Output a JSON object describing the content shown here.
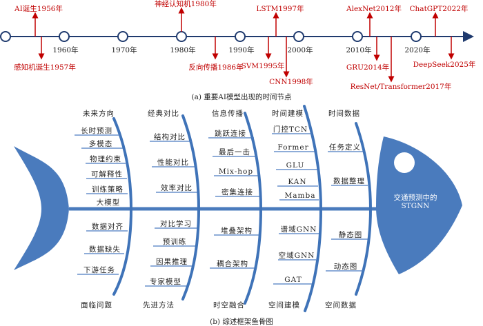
{
  "timeline": {
    "years": [
      "1960年",
      "1970年",
      "1980年",
      "1990年",
      "2000年",
      "2010年",
      "2020年"
    ],
    "events": [
      "AI诞生1956年",
      "感知机诞生1957年",
      "神经认知机1980年",
      "反向传播1986年",
      "SVM1995年",
      "LSTM1997年",
      "CNN1998年",
      "AlexNet2012年",
      "GRU2014年",
      "ResNet/Transformer2017年",
      "ChatGPT2022年",
      "DeepSeek2025年"
    ],
    "caption": "(a)  重要AI模型出现的时间节点",
    "colors": {
      "line": "#1f3a6e",
      "event": "#c00000"
    }
  },
  "fishbone": {
    "head": "交通预测中的",
    "head2": "STGNN",
    "caption": "(b)  综述框架鱼骨图",
    "color": "#4a7bbd",
    "bones": [
      {
        "top": "未来方向",
        "top_items": [
          "长时预测",
          "多模态",
          "物理约束",
          "可解释性",
          "训练策略",
          "大模型"
        ],
        "bottom": "面临问题",
        "bottom_items": [
          "数据对齐",
          "数据缺失",
          "下游任务"
        ]
      },
      {
        "top": "经典对比",
        "top_items": [
          "结构对比",
          "性能对比",
          "效率对比"
        ],
        "bottom": "先进方法",
        "bottom_items": [
          "对比学习",
          "预训练",
          "因果推理",
          "专家模型"
        ]
      },
      {
        "top": "信息传播",
        "top_items": [
          "跳跃连接",
          "最后一击",
          "Mix-hop",
          "密集连接"
        ],
        "bottom": "时空融合",
        "bottom_items": [
          "堆叠架构",
          "耦合架构"
        ]
      },
      {
        "top": "时间建模",
        "top_items": [
          "门控TCN",
          "Former",
          "GLU",
          "KAN",
          "Mamba"
        ],
        "bottom": "空间建模",
        "bottom_items": [
          "谱域GNN",
          "空域GNN",
          "GAT"
        ]
      },
      {
        "top": "时间数据",
        "top_items": [
          "任务定义",
          "数据整理"
        ],
        "bottom": "空间数据",
        "bottom_items": [
          "静态图",
          "动态图"
        ]
      }
    ]
  }
}
